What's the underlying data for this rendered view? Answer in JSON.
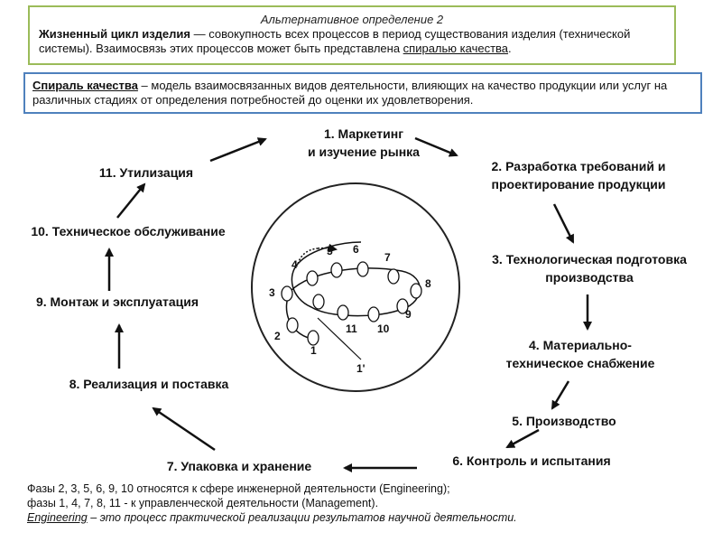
{
  "header": {
    "subtitle": "Альтернативное определение 2",
    "term": "Жизненный цикл изделия",
    "def_a": " — совокупность всех процессов в период существования изделия (технической системы). Взаимосвязь этих процессов может быть представлена ",
    "def_link": "спиралью качества",
    "def_end": "."
  },
  "spiral_def": {
    "term": "Спираль качества",
    "text": " – модель взаимосвязанных видов деятельности, влияющих на качество продукции или услуг на различных стадиях от определения потребностей до оценки их удовлетворения."
  },
  "stages": [
    "1. Маркетинг",
    "и  изучение  рынка",
    "2. Разработка требований  и",
    "проектирование продукции",
    "3. Технологическая подготовка",
    "производства",
    "4. Материально-",
    "техническое  снабжение",
    "5. Производство",
    "6. Контроль  и  испытания",
    "7. Упаковка  и хранение",
    "8. Реализация  и поставка",
    "9. Монтаж  и эксплуатация",
    "10. Техническое обслуживание",
    "11. Утилизация"
  ],
  "spiral_labels": [
    "1",
    "2",
    "3",
    "4",
    "5",
    "6",
    "7",
    "8",
    "9",
    "10",
    "11",
    "1'"
  ],
  "footer": {
    "line1": "Фазы 2, 3, 5, 6, 9, 10 относятся к сфере инженерной деятельности (Engineering);",
    "line2": "фазы 1, 4, 7, 8, 11 - к управленческой деятельности (Management).",
    "eng": "Engineering",
    "line3": " – это процесс практической реализации результатов научной деятельности."
  }
}
